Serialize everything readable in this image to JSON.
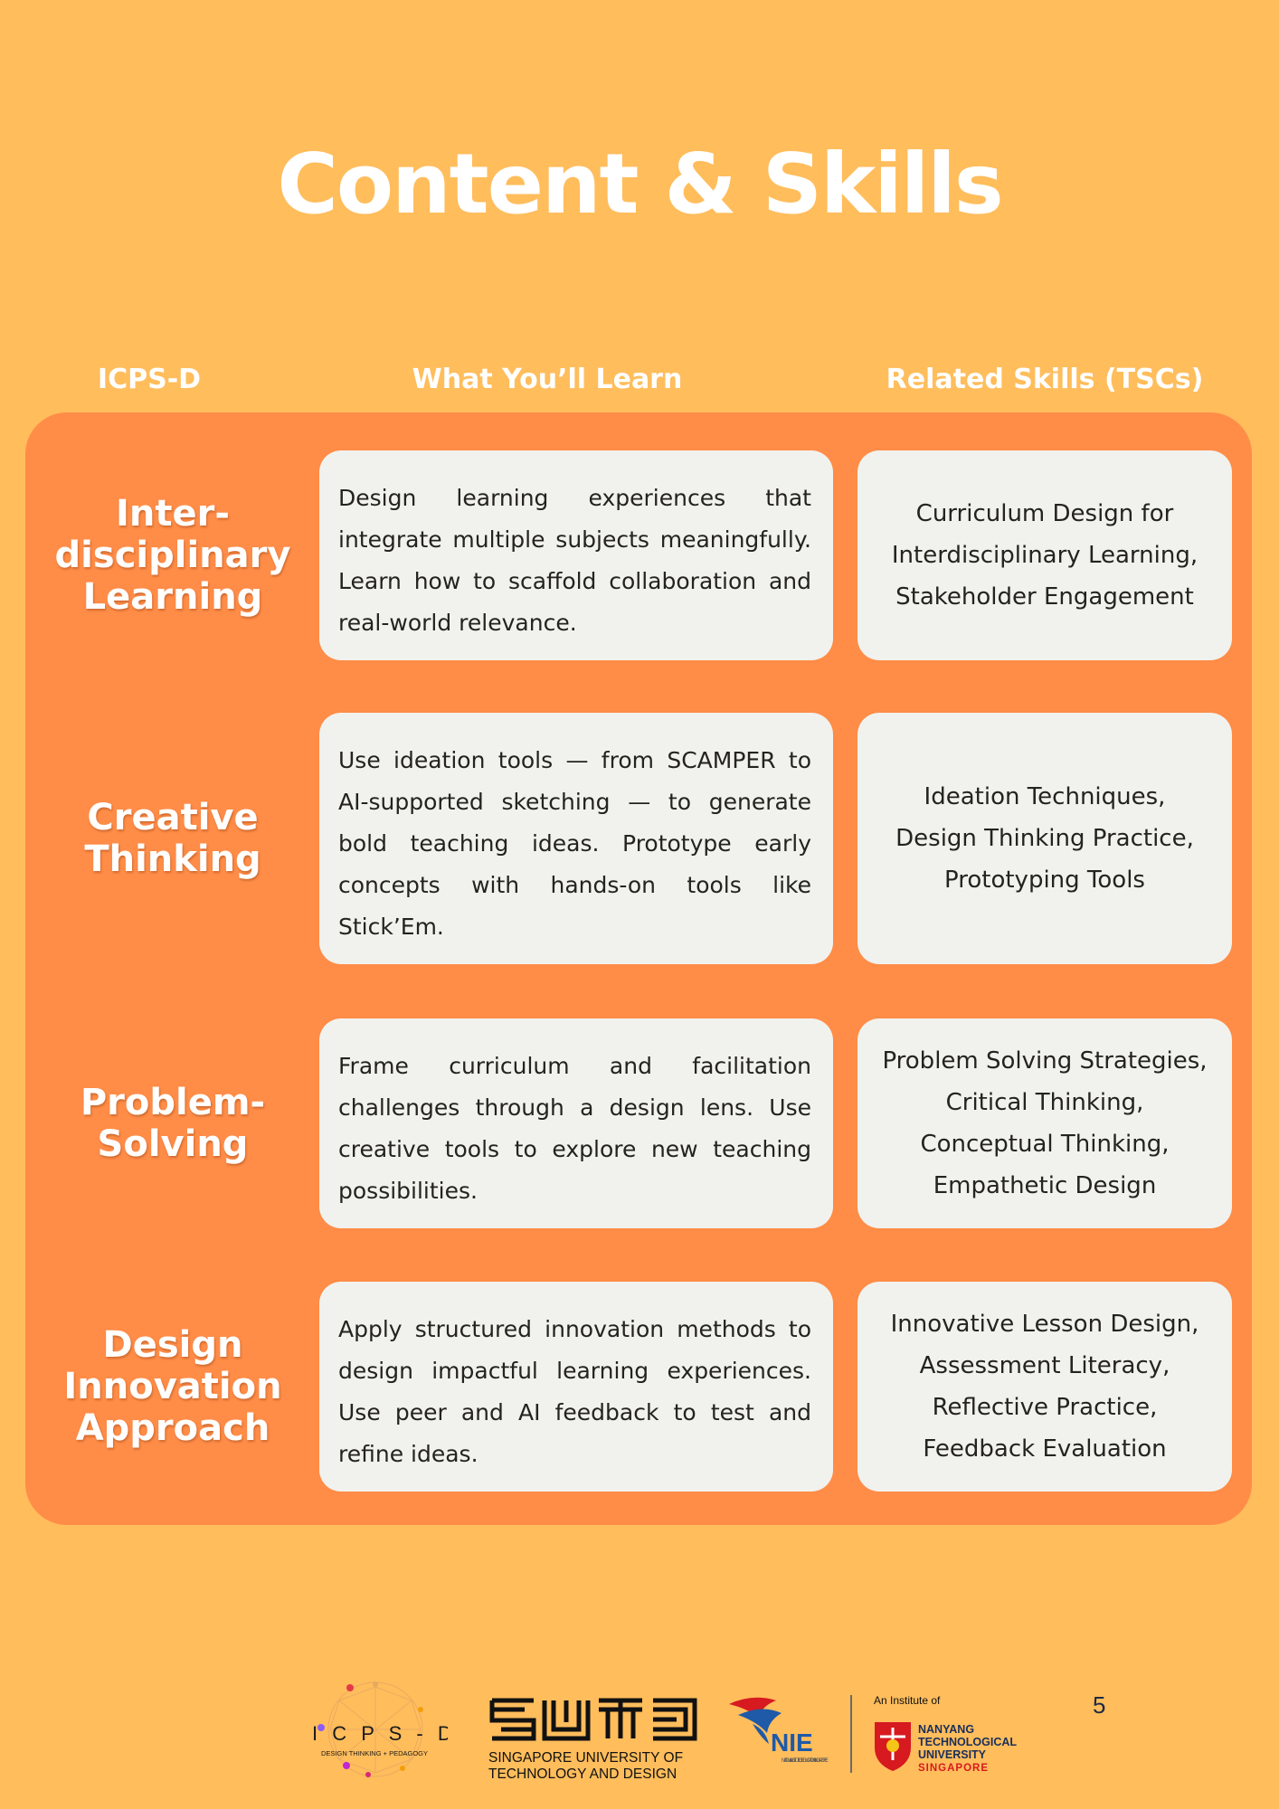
{
  "page": {
    "title": "Content & Skills",
    "page_number": "5"
  },
  "headers": {
    "col1": "ICPS-D",
    "col2": "What You’ll Learn",
    "col3": "Related Skills (TSCs)"
  },
  "rows": [
    {
      "topic": "Inter-\ndisciplinary\nLearning",
      "learn": "Design learning experiences that integrate multiple subjects meaningfully. Learn how to scaffold collaboration and real-world relevance.",
      "skills": "Curriculum Design for\nInterdisciplinary Learning,\nStakeholder Engagement"
    },
    {
      "topic": "Creative\nThinking",
      "learn": "Use ideation tools — from SCAMPER to AI-supported sketching — to generate bold teaching ideas. Prototype early concepts with hands-on tools like Stick’Em.",
      "skills": "Ideation Techniques,\nDesign Thinking Practice,\nPrototyping Tools"
    },
    {
      "topic": "Problem-\nSolving",
      "learn": "Frame curriculum and facilitation challenges through a design lens. Use creative tools to explore new teaching possibilities.",
      "skills": "Problem Solving Strategies,\nCritical Thinking,\nConceptual Thinking,\nEmpathetic Design"
    },
    {
      "topic": "Design\nInnovation\nApproach",
      "learn": "Apply structured innovation methods to design impactful learning experiences. Use peer and AI feedback to test and refine ideas.",
      "skills": "Innovative Lesson Design,\nAssessment Literacy,\nReflective Practice,\nFeedback Evaluation"
    }
  ],
  "footer": {
    "icpsd_logo": {
      "name": "I C P S - D",
      "tagline": "DESIGN THINKING + PEDAGOGY"
    },
    "sutd_logo": {
      "line1": "SINGAPORE UNIVERSITY OF",
      "line2": "TECHNOLOGY AND DESIGN"
    },
    "nie_logo": {
      "name": "NIE",
      "subtext": "NATIONAL INSTITUTE OF EDUCATION SINGAPORE"
    },
    "ntu_logo": {
      "prefix": "An Institute of",
      "line1": "NANYANG",
      "line2": "TECHNOLOGICAL",
      "line3": "UNIVERSITY",
      "line4": "SINGAPORE"
    }
  },
  "colors": {
    "background": "#FFBD5C",
    "panel": "#FF8C47",
    "card": "#F1F2EE",
    "text_dark": "#25231E",
    "ntu_red": "#D71920",
    "nie_blue": "#1E5AA8"
  }
}
